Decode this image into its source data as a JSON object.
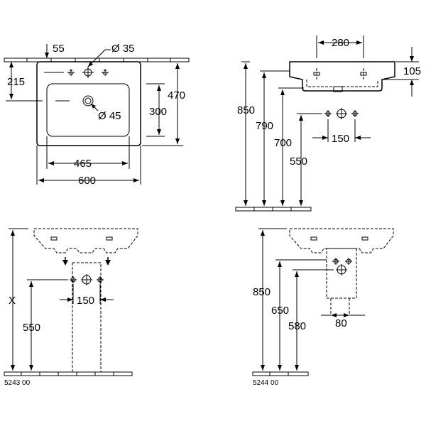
{
  "views": {
    "top": {
      "dims": {
        "d55": "55",
        "d35": "Ø 35",
        "d215": "215",
        "d470": "470",
        "d300": "300",
        "d45": "Ø 45",
        "d465": "465",
        "d600": "600"
      }
    },
    "side": {
      "dims": {
        "d280": "280",
        "d105": "105",
        "d850": "850",
        "d790": "790",
        "d700": "700",
        "d550": "550",
        "d150": "150"
      }
    },
    "wall_5243": {
      "dims": {
        "dx": "X",
        "d550": "550",
        "d150": "150"
      },
      "code": "5243 00"
    },
    "wall_5244": {
      "dims": {
        "d850": "850",
        "d650": "650",
        "d580": "580",
        "d80": "80"
      },
      "code": "5244 00"
    }
  }
}
